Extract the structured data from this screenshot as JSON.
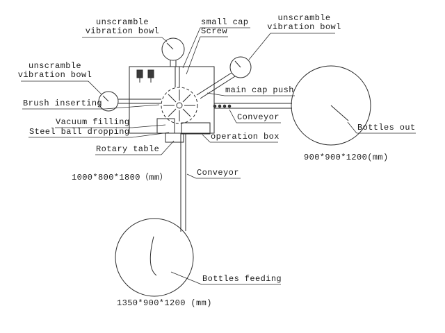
{
  "diagram": {
    "labels": {
      "bowl_top_left": "unscramble\nvibration bowl",
      "small_cap": "small cap",
      "screw": "Screw",
      "bowl_top_right": "unscramble\nvibration bowl",
      "bowl_left": "unscramble\nvibration bowl",
      "brush_inserting": "Brush inserting",
      "vacuum_filling": "Vacuum filling",
      "steel_ball_dropping": "Steel ball dropping",
      "rotary_table": "Rotary table",
      "main_cap_push": "main cap push",
      "conveyor_right": "Conveyor",
      "operation_box": "operation box",
      "bottles_out": "Bottles out",
      "dim_bottles_out": "900*900*1200(mm)",
      "dim_machine": "1000*800*1800（mm）",
      "conveyor_bottom": "Conveyor",
      "bottles_feeding": "Bottles feeding",
      "dim_bottles_feeding": "1350*900*1200 (mm)"
    },
    "colors": {
      "ink": "#1b1b1b",
      "background": "#ffffff"
    }
  }
}
